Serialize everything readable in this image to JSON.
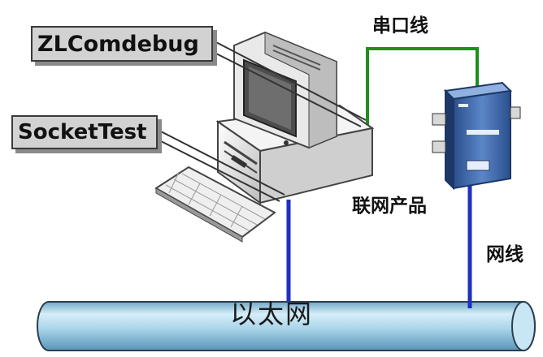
{
  "labels": {
    "zlcomdebug": "ZLComdebug",
    "sockettest": "SocketTest",
    "serial_cable": "串口线",
    "network_product": "联网产品",
    "network_cable": "网线",
    "ethernet": "以太网"
  },
  "colors": {
    "serial_line": "#1e8f1e",
    "network_line": "#1f2fbf",
    "pipe_fill": "#9fcfe6",
    "device_body": "#3f68a8"
  }
}
